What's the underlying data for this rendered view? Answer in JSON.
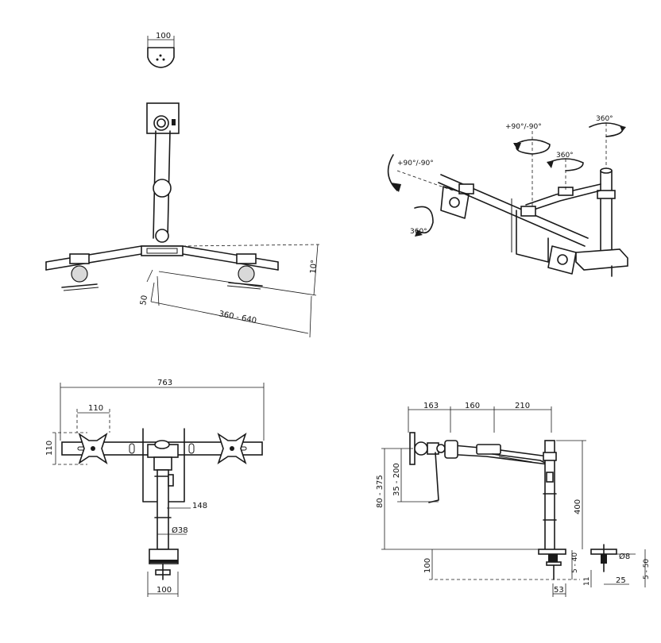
{
  "views": {
    "mount_plate": {
      "width_label": "100"
    },
    "top_view": {
      "angle_label": "10°",
      "depth_label": "50",
      "reach_label": "360 - 640"
    },
    "perspective": {
      "rot_tilt_label": "+90°/-90°",
      "rot_top_label": "+90°/-90°",
      "rot_swivel_left_label": "360°",
      "rot_swivel_mid_label": "360°",
      "rot_swivel_top_label": "360°"
    },
    "front_view": {
      "total_width_label": "763",
      "vesa_label": "110",
      "height_label": "110",
      "offset_label": "148",
      "pole_diameter_label": "Ø38",
      "clamp_width_label": "100"
    },
    "side_view": {
      "seg1_label": "163",
      "seg2_label": "160",
      "seg3_label": "210",
      "height_range_label": "80 - 375",
      "sub_height_label": "35 - 200",
      "pole_height_label": "400",
      "desk_clearance_label": "100",
      "clamp_range_label": "5 - 40",
      "clamp_depth_label": "53",
      "grommet_diameter_label": "Ø8",
      "grommet_range_label": "5 - 50",
      "grommet_depth_label": "11",
      "grommet_width_label": "25"
    }
  }
}
